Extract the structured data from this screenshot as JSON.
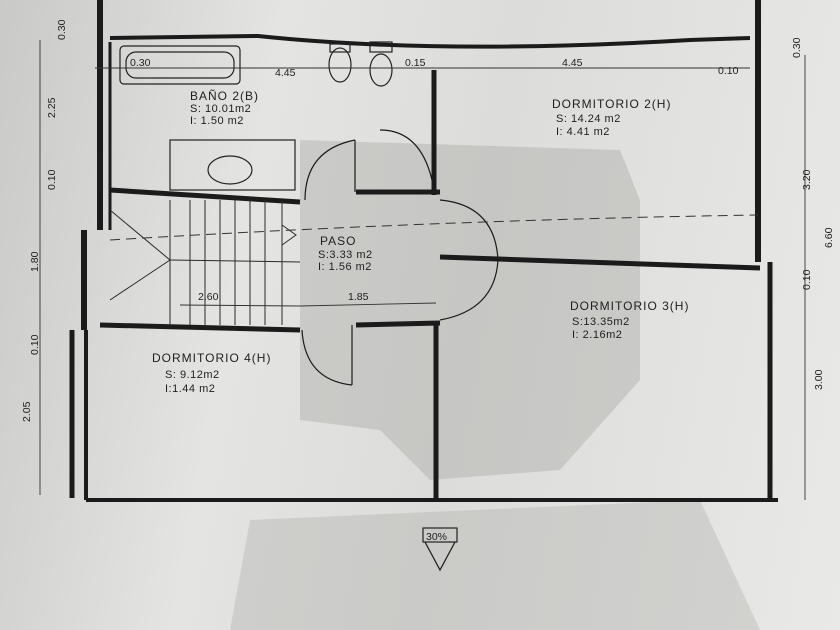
{
  "rooms": {
    "bano2": {
      "name": "BAÑO 2(B)",
      "s": "S: 10.01m2",
      "i": "I: 1.50 m2"
    },
    "dorm2": {
      "name": "DORMITORIO 2(H)",
      "s": "S: 14.24 m2",
      "i": "I: 4.41 m2"
    },
    "paso": {
      "name": "PASO",
      "s": "S:3.33 m2",
      "i": "I: 1.56 m2"
    },
    "dorm3": {
      "name": "DORMITORIO 3(H)",
      "s": "S:13.35m2",
      "i": "I: 2.16m2"
    },
    "dorm4": {
      "name": "DORMITORIO 4(H)",
      "s": "S: 9.12m2",
      "i": "I:1.44 m2"
    }
  },
  "dims": {
    "top_left_wall": "0.30",
    "bath_top": "0.30",
    "bath_width": "4.45",
    "mid_wall": "0.15",
    "dorm2_width": "4.45",
    "right_wall": "0.10",
    "top_right_wall": "0.30",
    "left_bath_height": "2.25",
    "left_wall_a": "0.10",
    "left_stair": "1.80",
    "left_wall_b": "0.10",
    "left_dorm4": "2.05",
    "stair_width": "2.60",
    "paso_width": "1.85",
    "right_dorm2": "3.20",
    "right_total": "6.60",
    "right_dorm3": "3.00"
  },
  "roof_slope": "30%"
}
